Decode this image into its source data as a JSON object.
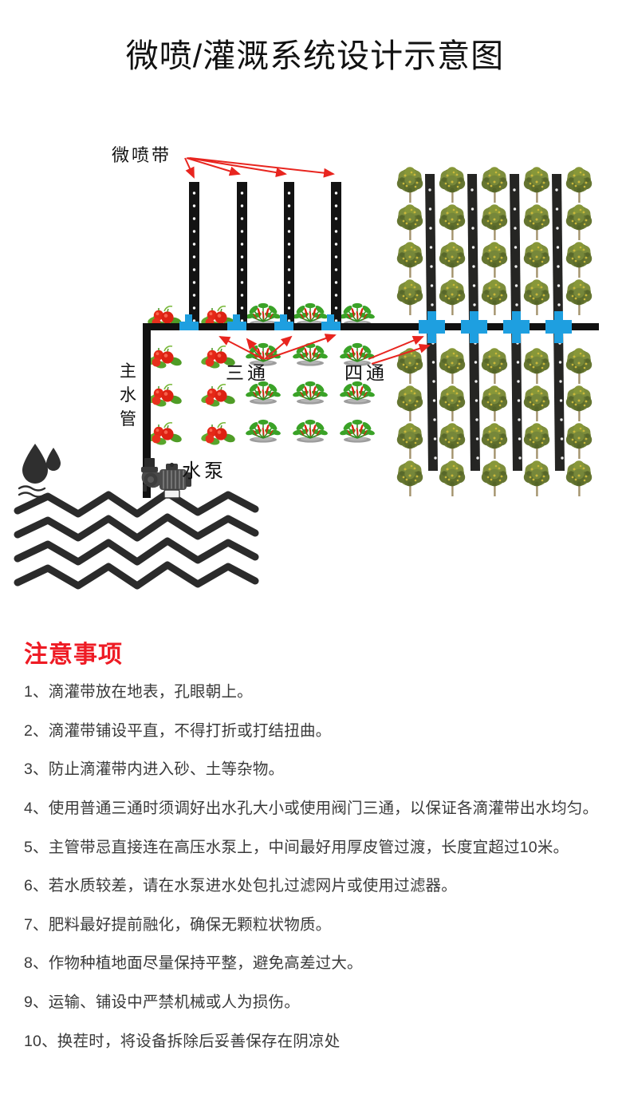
{
  "page": {
    "title": "微喷/灌溉系统设计示意图",
    "background_color": "#ffffff"
  },
  "diagram": {
    "name": "irrigation-system-schematic",
    "labels": {
      "micro_spray_tape": "微喷带",
      "main_water_pipe": "主水管",
      "tee_fitting": "三通",
      "cross_fitting": "四通",
      "water_pump": "水泵"
    },
    "colors": {
      "pipe": "#111111",
      "fitting": "#1e9fe0",
      "arrow": "#e8251f",
      "tape": "#1b1b1b",
      "tape_right": "#2a2a28",
      "water": "#2b2b2b",
      "tomato": "#e02a18",
      "leaf": "#4a9d2b",
      "tree_canopy": "#6f7f35",
      "tree_trunk": "#9c8f6a",
      "soil": "#9b9b9b"
    },
    "sections": {
      "left_plot": {
        "name": "vegetable-plot",
        "crop_rows": 4,
        "tape_count": 4,
        "crops": [
          "tomato",
          "tomato",
          "chili",
          "chili",
          "chili"
        ],
        "tee_count": 4
      },
      "right_plot": {
        "name": "orchard-plot",
        "tree_columns": 5,
        "tape_count": 4,
        "cross_count": 4,
        "rows_above_pipe": 4,
        "rows_below_pipe": 4
      },
      "water_source": {
        "name": "water-source",
        "wave_lines": 4,
        "droplets": 2
      }
    }
  },
  "notes": {
    "heading": "注意事项",
    "heading_color": "#ee1b24",
    "items": [
      "1、滴灌带放在地表，孔眼朝上。",
      "2、滴灌带铺设平直，不得打折或打结扭曲。",
      "3、防止滴灌带内进入砂、土等杂物。",
      "4、使用普通三通时须调好出水孔大小或使用阀门三通，以保证各滴灌带出水均匀。",
      "5、主管带忌直接连在高压水泵上，中间最好用厚皮管过渡，长度宜超过10米。",
      "6、若水质较差，请在水泵进水处包扎过滤网片或使用过滤器。",
      "7、肥料最好提前融化，确保无颗粒状物质。",
      "8、作物种植地面尽量保持平整，避免高差过大。",
      "9、运输、铺设中严禁机械或人为损伤。",
      "10、换茬时，将设备拆除后妥善保存在阴凉处"
    ]
  }
}
